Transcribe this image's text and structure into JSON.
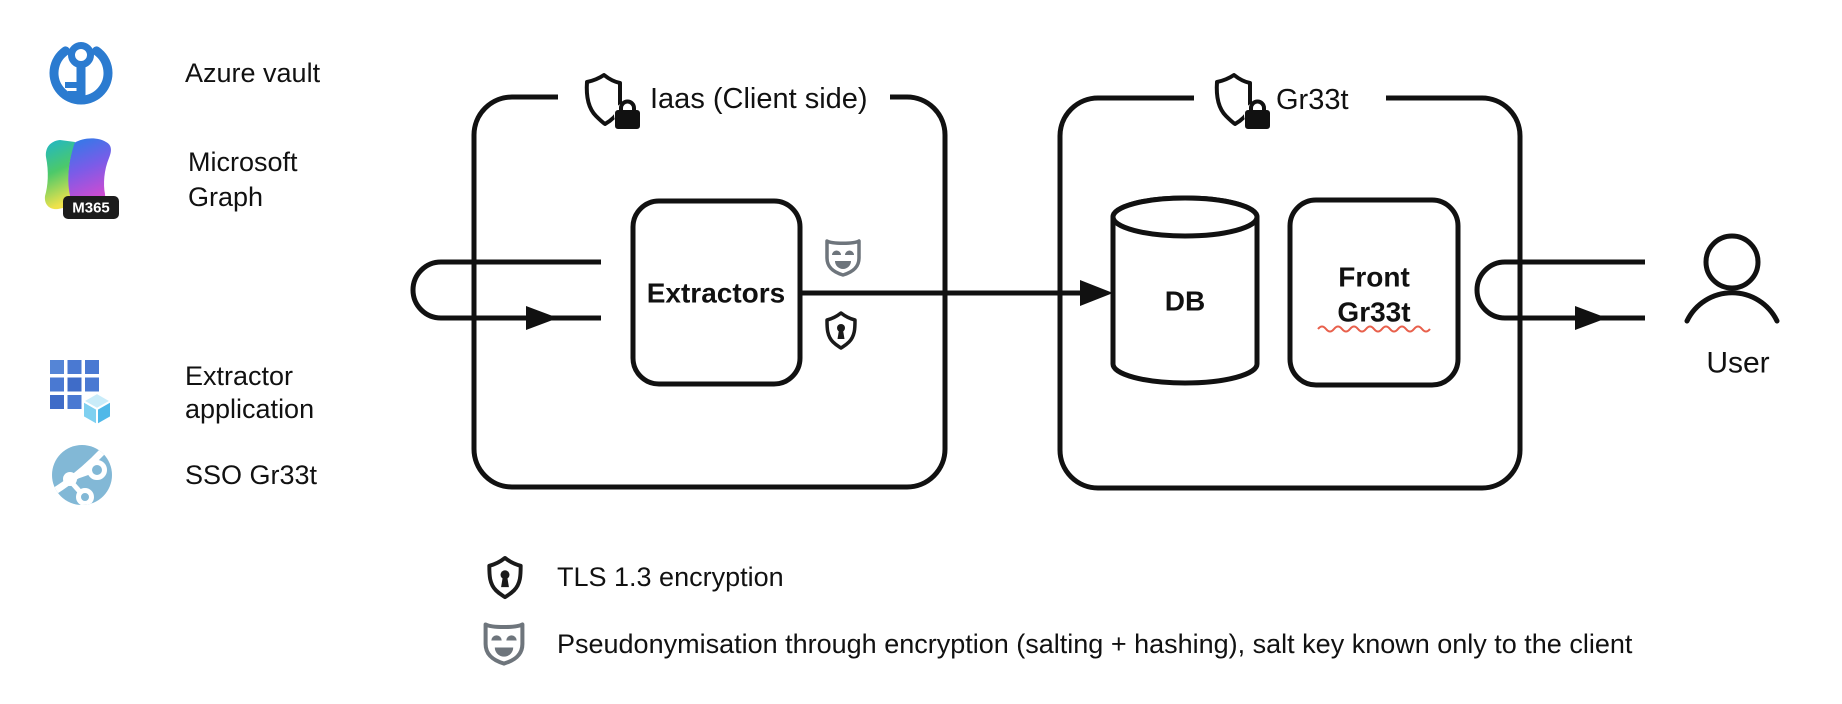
{
  "colors": {
    "diagram_stroke": "#111111",
    "azure_blue": "#2b7bd0",
    "mask_gray": "#6e757c",
    "tls_black": "#1a1a1a",
    "globe_blue": "#82b8d6",
    "spellcheck_red": "#e8604c",
    "badge_black": "#1c1c1c"
  },
  "sidebar": {
    "items": [
      {
        "id": "azure-vault",
        "icon": "azure-vault-icon",
        "lines": [
          "Azure vault"
        ]
      },
      {
        "id": "microsoft-graph",
        "icon": "microsoft-graph-icon",
        "badge": "M365",
        "lines": [
          "Microsoft",
          "Graph"
        ]
      },
      {
        "id": "extractor-application",
        "icon": "extractor-application-icon",
        "lines": [
          "Extractor",
          "application"
        ]
      },
      {
        "id": "sso-gr33t",
        "icon": "sso-gr33t-icon",
        "lines": [
          "SSO Gr33t"
        ]
      }
    ]
  },
  "diagram": {
    "client_zone": {
      "title": "Iaas (Client side)",
      "icon": "shield-lock-icon"
    },
    "gr33t_zone": {
      "title": "Gr33t",
      "icon": "shield-lock-icon"
    },
    "nodes": {
      "extractors": {
        "label": "Extractors"
      },
      "db": {
        "label": "DB"
      },
      "front": {
        "lines": [
          "Front",
          "Gr33t"
        ]
      },
      "user": {
        "label": "User"
      }
    },
    "edge_icons": {
      "mask": "pseudonymisation-mask-icon",
      "tls": "tls-shield-icon"
    }
  },
  "legend": {
    "items": [
      {
        "icon": "tls-shield-icon",
        "label": "TLS 1.3 encryption"
      },
      {
        "icon": "pseudonymisation-mask-icon",
        "label": "Pseudonymisation through encryption (salting + hashing), salt key known only to the client"
      }
    ]
  }
}
